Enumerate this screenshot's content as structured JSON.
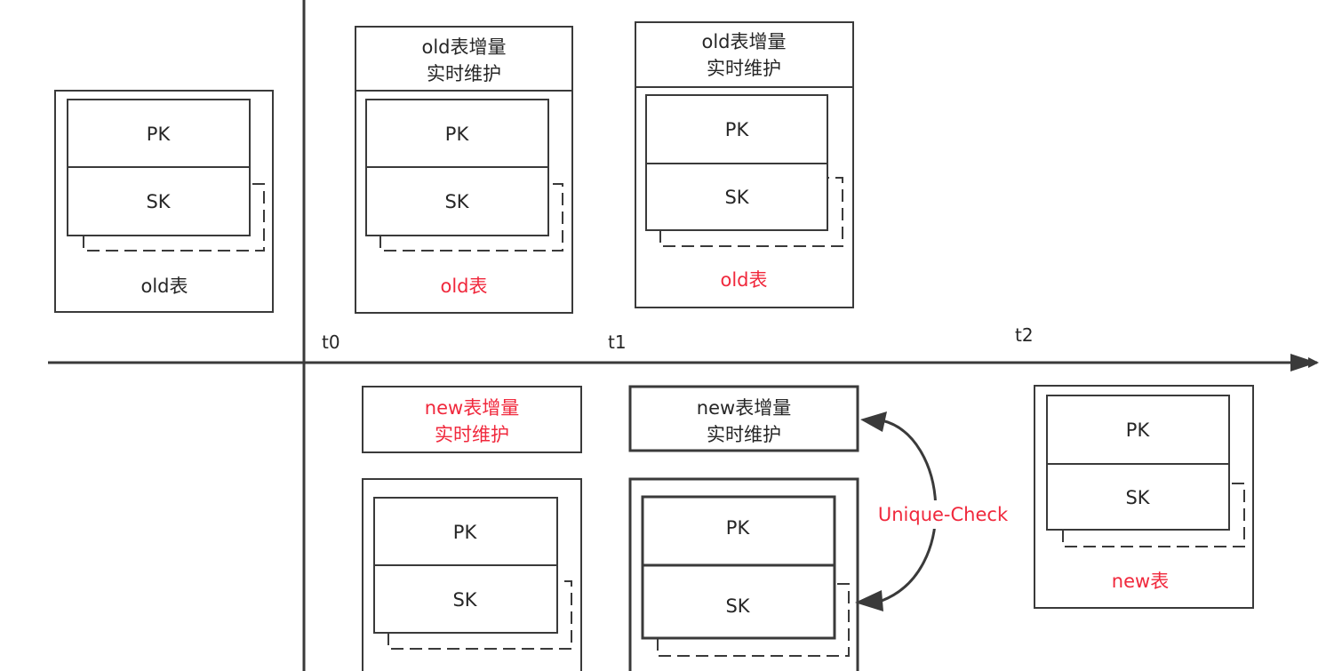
{
  "timeline": {
    "t0": "t0",
    "t1": "t1",
    "t2": "t2"
  },
  "labels": {
    "pk": "PK",
    "sk": "SK",
    "old_table": "old表",
    "new_table": "new表",
    "old_incr_line1": "old表增量",
    "old_incr_line2": "实时维护",
    "new_incr_line1": "new表增量",
    "new_incr_line2": "实时维护",
    "unique_check": "Unique-Check"
  },
  "colors": {
    "stroke": "#3a3a3a",
    "highlight": "#f0283c",
    "text": "#262626"
  }
}
